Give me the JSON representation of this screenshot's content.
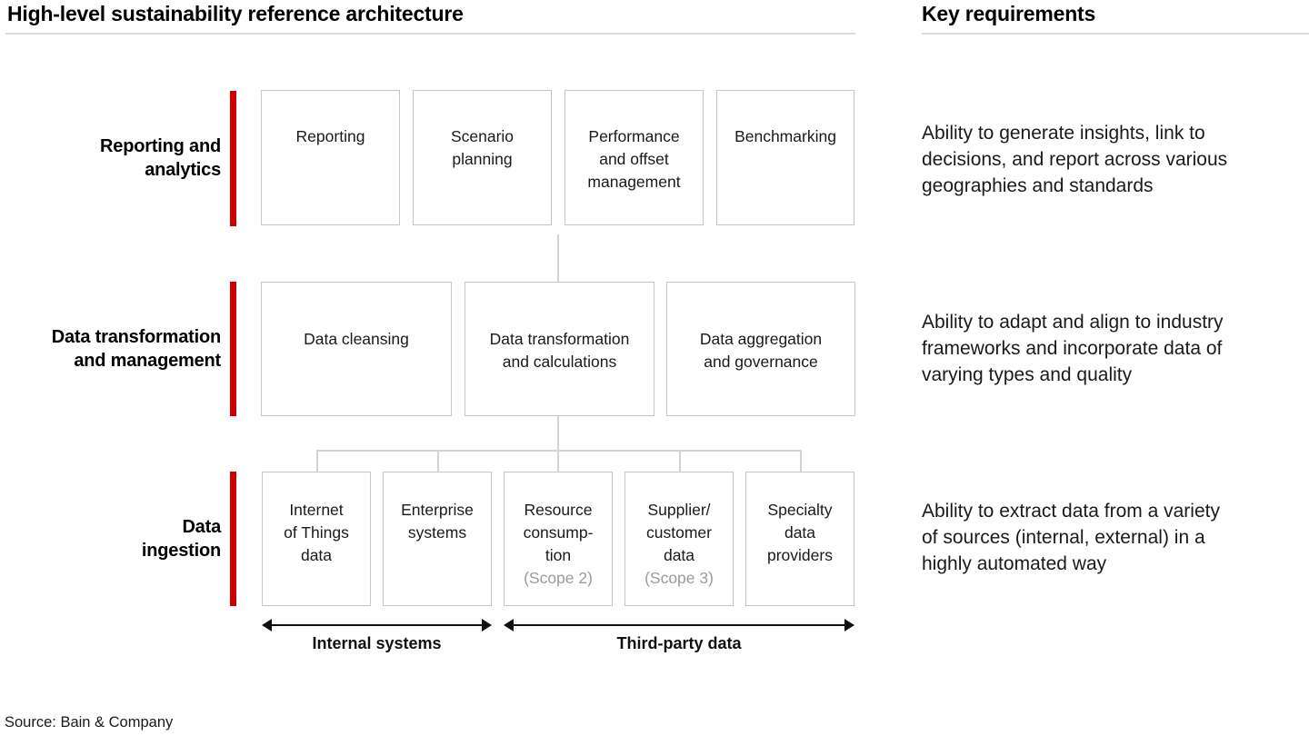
{
  "header": {
    "left_title": "High-level sustainability reference architecture",
    "right_title": "Key requirements"
  },
  "rows": [
    {
      "label": "Reporting and\nanalytics",
      "requirement": "Ability to generate insights, link to\ndecisions, and report across various\ngeographies and standards",
      "boxes": [
        {
          "label": "Reporting"
        },
        {
          "label": "Scenario\nplanning"
        },
        {
          "label": "Performance\nand offset\nmanagement"
        },
        {
          "label": "Benchmarking"
        }
      ]
    },
    {
      "label": "Data transformation\nand management",
      "requirement": "Ability to adapt and align to industry\nframeworks and incorporate data of\nvarying types and quality",
      "boxes": [
        {
          "label": "Data cleansing"
        },
        {
          "label": "Data transformation\nand calculations"
        },
        {
          "label": "Data aggregation\nand governance"
        }
      ]
    },
    {
      "label": "Data\ningestion",
      "requirement": "Ability to extract data from a variety\nof sources (internal, external) in a\nhighly automated way",
      "boxes": [
        {
          "label": "Internet\nof Things\ndata",
          "sublabel": ""
        },
        {
          "label": "Enterprise\nsystems",
          "sublabel": ""
        },
        {
          "label": "Resource\nconsump-\ntion",
          "sublabel": "(Scope 2)"
        },
        {
          "label": "Supplier/\ncustomer\ndata",
          "sublabel": "(Scope 3)"
        },
        {
          "label": "Specialty\ndata\nproviders",
          "sublabel": ""
        }
      ]
    }
  ],
  "arrows": [
    {
      "label": "Internal systems"
    },
    {
      "label": "Third-party data"
    }
  ],
  "source": "Source: Bain & Company",
  "colors": {
    "accent_red": "#cc0000",
    "box_border": "#c6c6c6",
    "connector": "#d2d2d2",
    "muted_text": "#9b9b9b"
  }
}
